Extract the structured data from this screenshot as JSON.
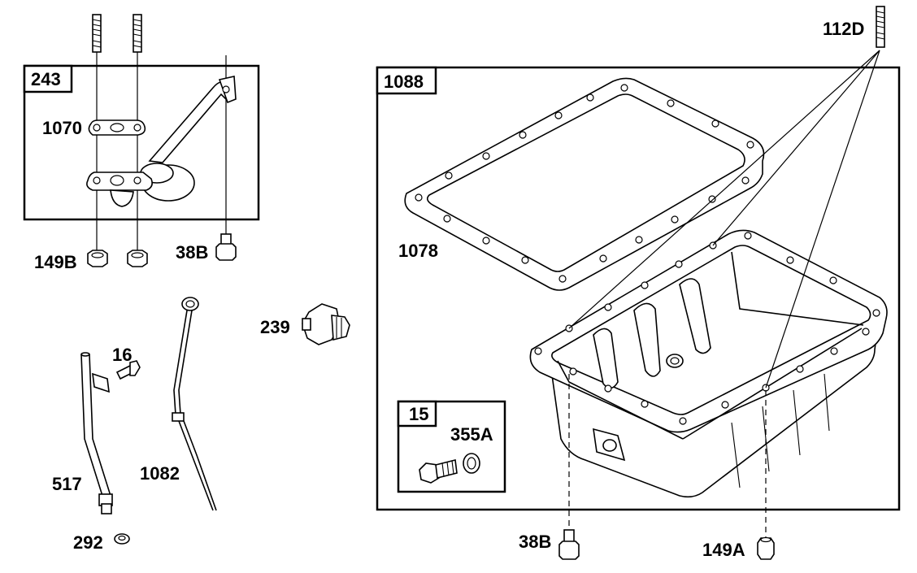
{
  "labels": {
    "p243": "243",
    "p1070": "1070",
    "p149B": "149B",
    "p38B_top": "38B",
    "p239": "239",
    "p16": "16",
    "p517": "517",
    "p1082": "1082",
    "p292": "292",
    "p1088": "1088",
    "p1078": "1078",
    "p112D": "112D",
    "p15": "15",
    "p355A": "355A",
    "p38B_bottom": "38B",
    "p149A": "149A"
  },
  "colors": {
    "ink": "#000000",
    "paper": "#ffffff"
  }
}
